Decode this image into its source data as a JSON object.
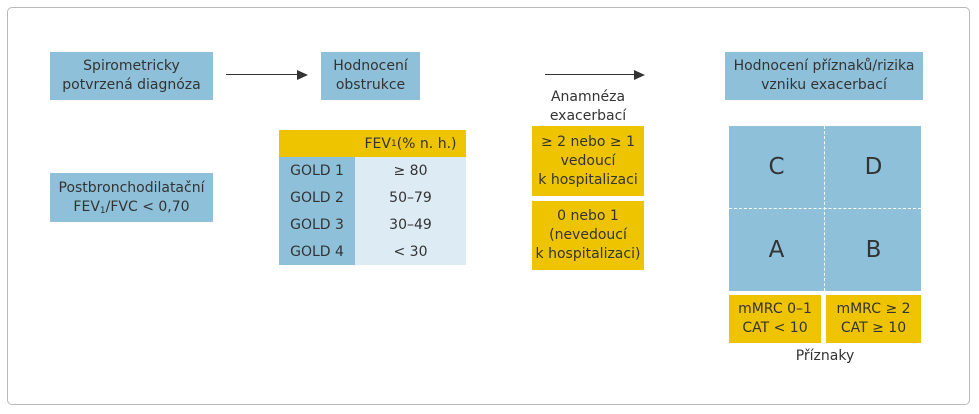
{
  "spirometry_box": {
    "line1": "Spirometricky",
    "line2": "potvrzená diagnóza"
  },
  "postbronch_box": {
    "line1": "Postbronchodilatační",
    "line2_a": "FEV",
    "line2_sub": "1",
    "line2_b": "/FVC < 0,70"
  },
  "obstruction_box": {
    "line1": "Hodnocení",
    "line2": "obstrukce"
  },
  "gold_table": {
    "header_a": "FEV",
    "header_sub": "1",
    "header_b": " (% n. h.)",
    "rows": [
      {
        "stage": "GOLD 1",
        "value": "≥ 80"
      },
      {
        "stage": "GOLD 2",
        "value": "50–79"
      },
      {
        "stage": "GOLD 3",
        "value": "30–49"
      },
      {
        "stage": "GOLD 4",
        "value": "< 30"
      }
    ]
  },
  "history_label": {
    "line1": "Anamnéza",
    "line2": "exacerbací"
  },
  "high_risk_box": {
    "line1": "≥ 2 nebo ≥ 1",
    "line2": "vedoucí",
    "line3": "k hospitalizaci"
  },
  "low_risk_box": {
    "line1": "0 nebo 1",
    "line2": "(nevedoucí",
    "line3": "k hospitalizaci)"
  },
  "assessment_box": {
    "line1": "Hodnocení příznaků/rizika",
    "line2": "vzniku exacerbací"
  },
  "grid": {
    "top_left": "C",
    "top_right": "D",
    "bottom_left": "A",
    "bottom_right": "B"
  },
  "symptoms_low_box": {
    "line1": "mMRC 0–1",
    "line2": "CAT < 10"
  },
  "symptoms_high_box": {
    "line1": "mMRC ≥ 2",
    "line2": "CAT ≥ 10"
  },
  "symptoms_label": "Příznaky",
  "colors": {
    "blue": "#8ec1d9",
    "yellow": "#eec400",
    "light_blue": "#ddebf4",
    "text": "#333333"
  }
}
